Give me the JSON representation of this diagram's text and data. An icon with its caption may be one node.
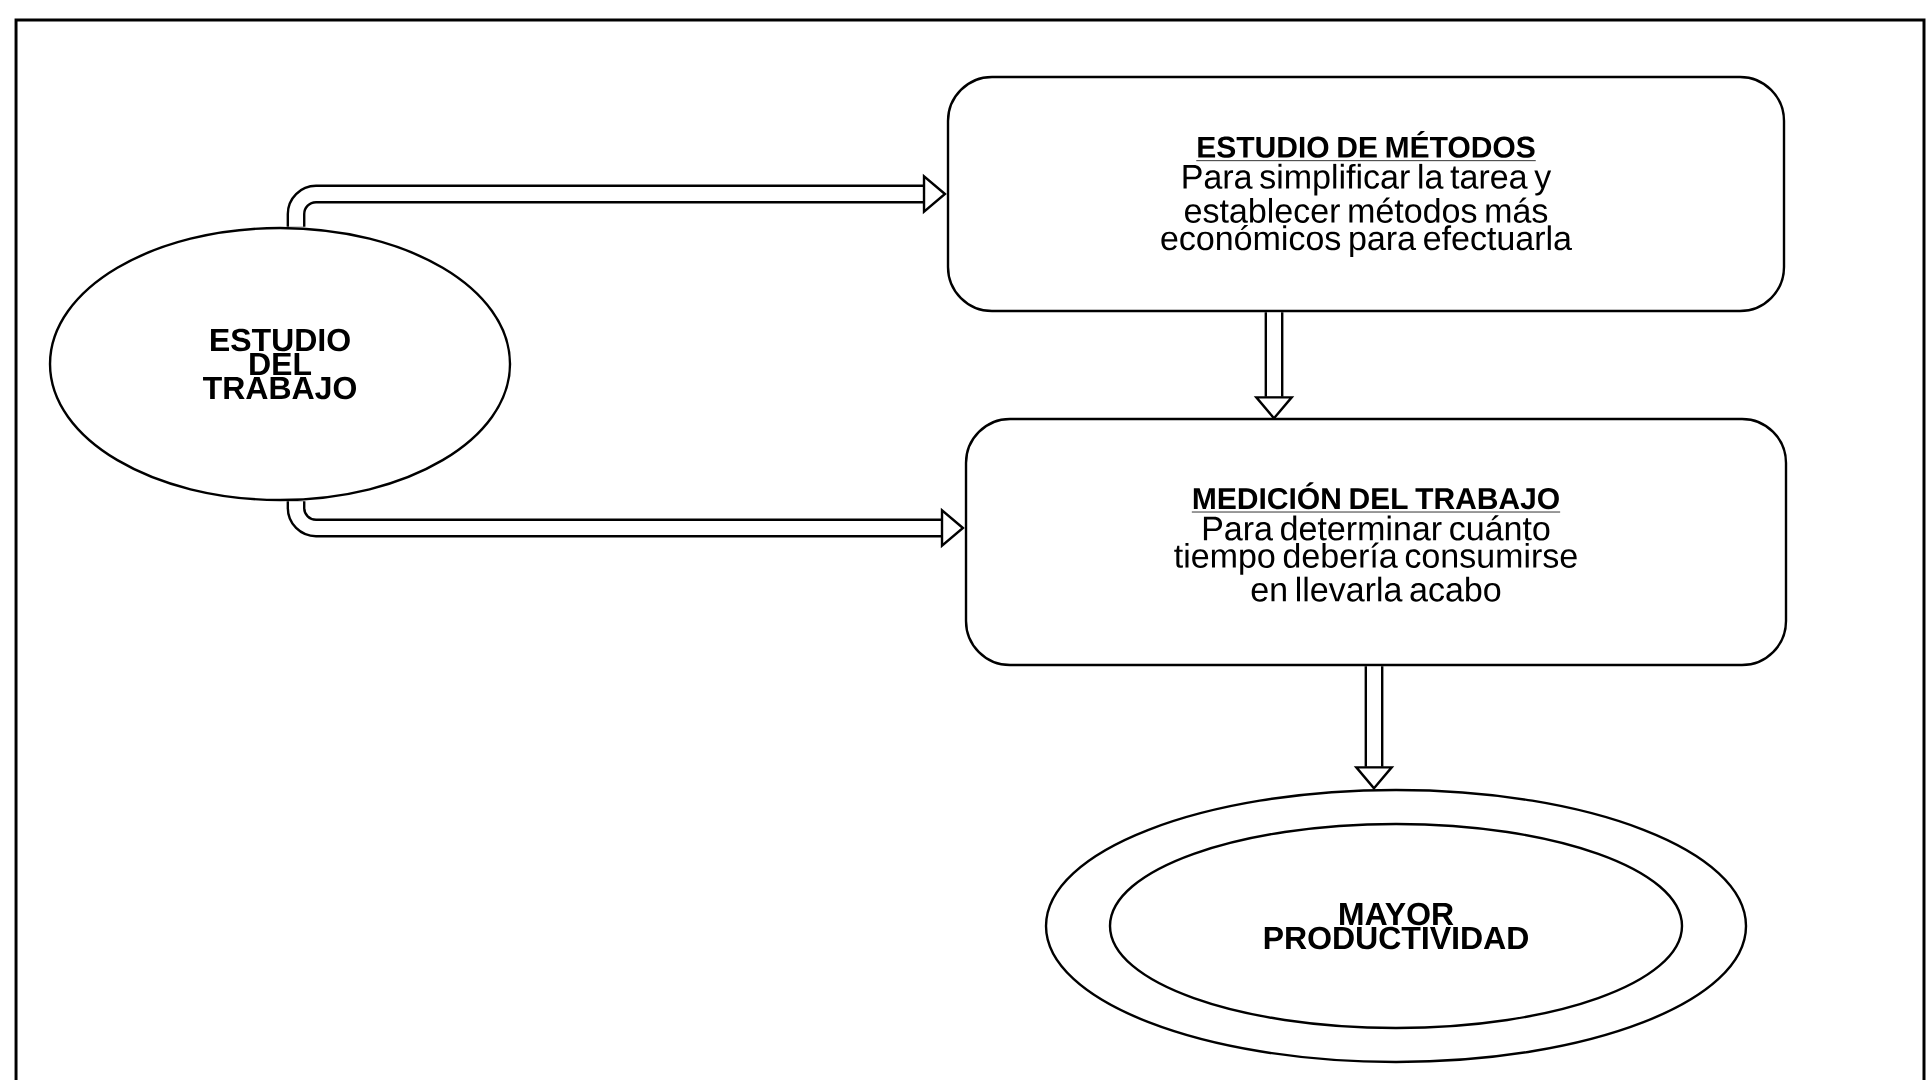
{
  "diagram": {
    "nodes": [
      {
        "text": [
          "ESTUDIO DEL TRABAJO"
        ]
      },
      {
        "text": [
          "ESTUDIO DE MÉTODOS",
          "Para simplificar la tarea y establecer métodos más económicos para efectuarla"
        ]
      },
      {
        "text": [
          "MEDICIÓN DEL TRABAJO",
          "Para determinar cuánto tiempo debería consumirse en llevarla acabo"
        ]
      },
      {
        "text": [
          "MAYOR PRODUCTIVIDAD"
        ]
      }
    ],
    "edges": [
      {
        "from": 0,
        "to": 1,
        "arrow": "to"
      },
      {
        "from": 0,
        "to": 2,
        "arrow": "to"
      },
      {
        "from": 1,
        "to": 2,
        "arrow": "to"
      },
      {
        "from": 2,
        "to": 3,
        "arrow": "to"
      }
    ]
  }
}
